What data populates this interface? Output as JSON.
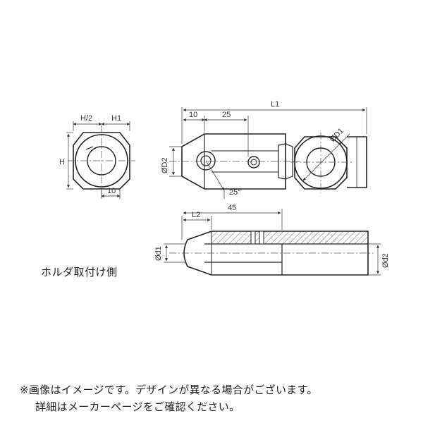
{
  "drawing": {
    "labels": {
      "h_half": "H/2",
      "h1": "H1",
      "h": "H",
      "w10_left": "10",
      "l1": "L1",
      "d10": "10",
      "d25": "25",
      "od2_top": "ØD2",
      "od1": "ØD1",
      "angle": "25°",
      "d45": "45",
      "l2": "L2",
      "od1_small": "Ød1",
      "od2_small": "Ød2"
    },
    "caption": "ホルダ取付け側"
  },
  "notes": {
    "line1": "※画像はイメージです。デザインが異なる場合がございます。",
    "line2": "詳細はメーカーページをご確認ください。"
  }
}
